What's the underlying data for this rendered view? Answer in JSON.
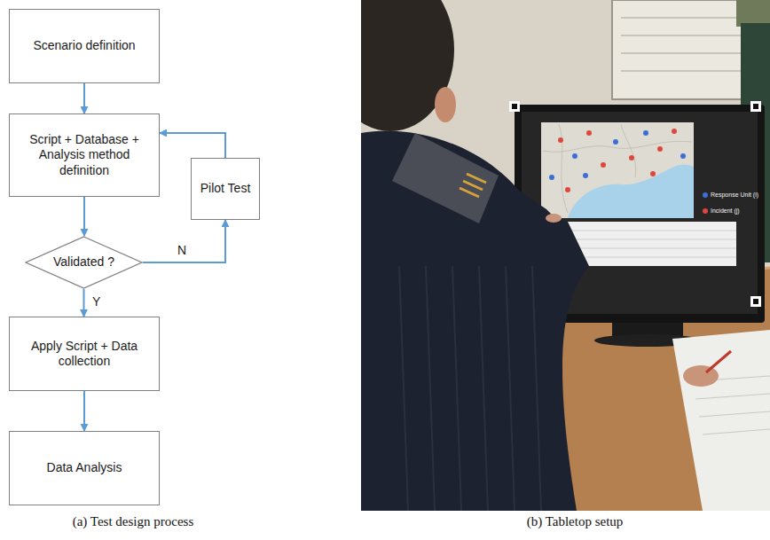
{
  "diagram": {
    "nodes": [
      {
        "text": [
          "Scenario definition"
        ]
      },
      {
        "text": [
          "Script + Database + Analysis method definition"
        ]
      },
      {
        "text": [
          "Validated ?"
        ]
      },
      {
        "text": [
          "Pilot Test"
        ]
      },
      {
        "text": [
          "Apply Script + Data collection"
        ]
      },
      {
        "text": [
          "Data Analysis"
        ]
      }
    ],
    "edges": [
      {
        "from": 0,
        "to": 1,
        "arrow": "to"
      },
      {
        "from": 1,
        "to": 2,
        "arrow": "to"
      },
      {
        "from": 2,
        "to": 3,
        "arrow": "to",
        "label": "N"
      },
      {
        "from": 3,
        "to": 1,
        "arrow": "to"
      },
      {
        "from": 2,
        "to": 4,
        "arrow": "to",
        "label": "Y"
      },
      {
        "from": 4,
        "to": 5,
        "arrow": "to"
      }
    ],
    "labels": [
      "(a) Test design process",
      "(b) Tabletop setup"
    ],
    "legend": [
      {
        "text": "Response Unit (i)",
        "color": "#3b6fd6"
      },
      {
        "text": "Incident (j)",
        "color": "#e0463e"
      }
    ]
  }
}
